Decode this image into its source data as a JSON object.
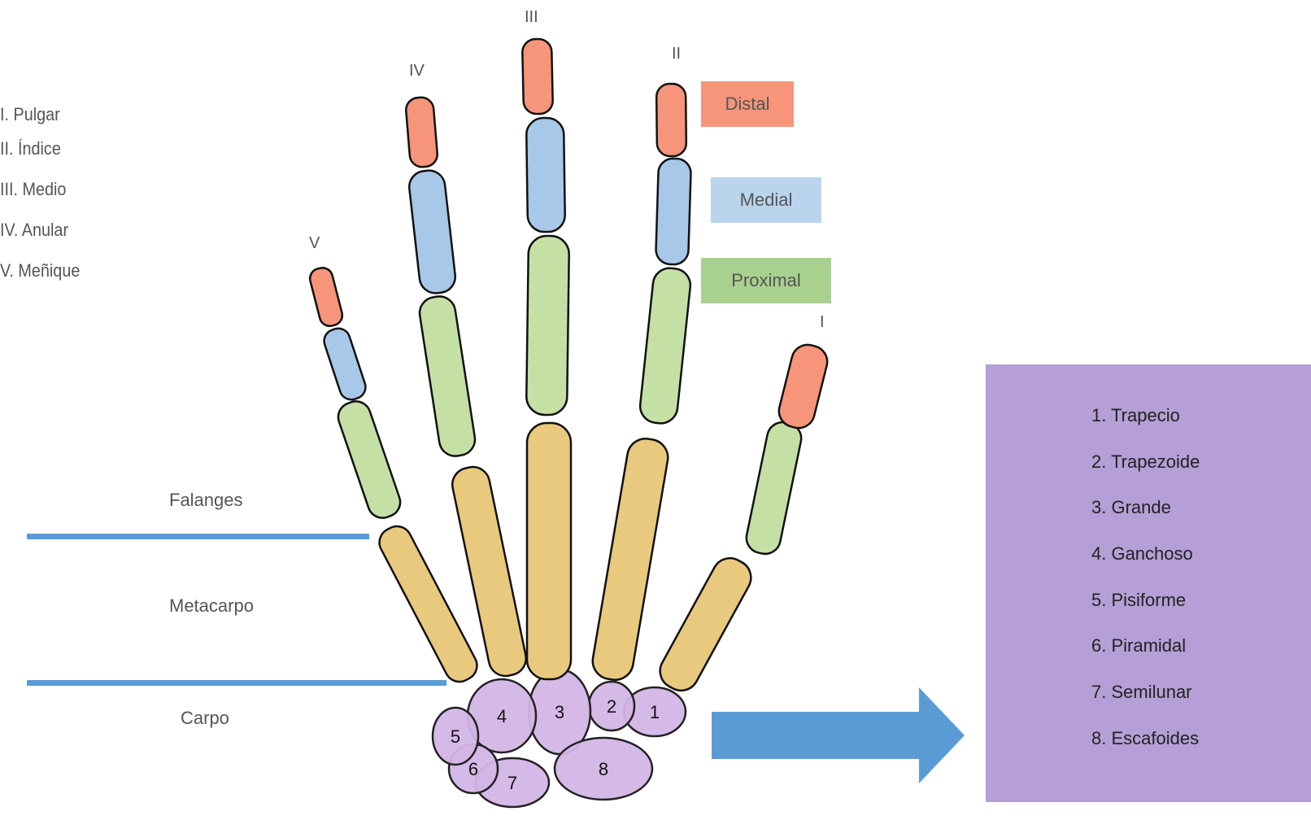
{
  "finger_legend": [
    "I. Pulgar",
    "II. Índice",
    "III. Medio",
    "IV. Anular",
    "V. Meñique"
  ],
  "finger_numerals": {
    "I": "I",
    "II": "II",
    "III": "III",
    "IV": "IV",
    "V": "V"
  },
  "phalanx_tags": {
    "distal": "Distal",
    "medial": "Medial",
    "proximal": "Proximal"
  },
  "regions": {
    "phalanges": "Falanges",
    "metacarpus": "Metacarpo",
    "carpus": "Carpo"
  },
  "carpal_numbers": [
    "1",
    "2",
    "3",
    "4",
    "5",
    "6",
    "7",
    "8"
  ],
  "carpal_list": [
    "1. Trapecio",
    "2. Trapezoide",
    "3. Grande",
    "4. Ganchoso",
    "5. Pisiforme",
    "6. Piramidal",
    "7. Semilunar",
    "8. Escafoides"
  ],
  "colors": {
    "distal": "#f6957a",
    "medial": "#a7c8e8",
    "proximal": "#c5e0a5",
    "metacarpal": "#e9c97e",
    "carpal": "#d3b5e6",
    "line": "#5b9bd5",
    "box": "#b59fd6"
  }
}
